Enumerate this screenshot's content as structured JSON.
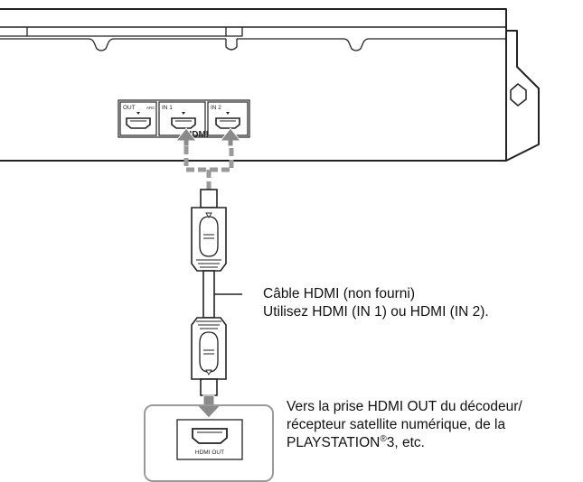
{
  "device_panel": {
    "ports": {
      "out_label": "OUT",
      "arc_label": "ARC",
      "in1_label": "IN 1",
      "in2_label": "IN 2",
      "group_label": "HDMI"
    }
  },
  "cable_caption": {
    "line1": "Câble HDMI (non fourni)",
    "line2": "Utilisez HDMI (IN 1) ou HDMI (IN 2)."
  },
  "destination": {
    "port_label": "HDMI OUT",
    "line1": "Vers la prise HDMI OUT du décodeur/",
    "line2": "récepteur satellite numérique, de la",
    "line3_before": "PLAYSTATION",
    "line3_sup": "®",
    "line3_after": "3, etc."
  },
  "colors": {
    "line": "#222222",
    "arrow": "#8a8a8a",
    "panel_border": "#9a9a9a",
    "dashed": "#9a9a9a"
  }
}
